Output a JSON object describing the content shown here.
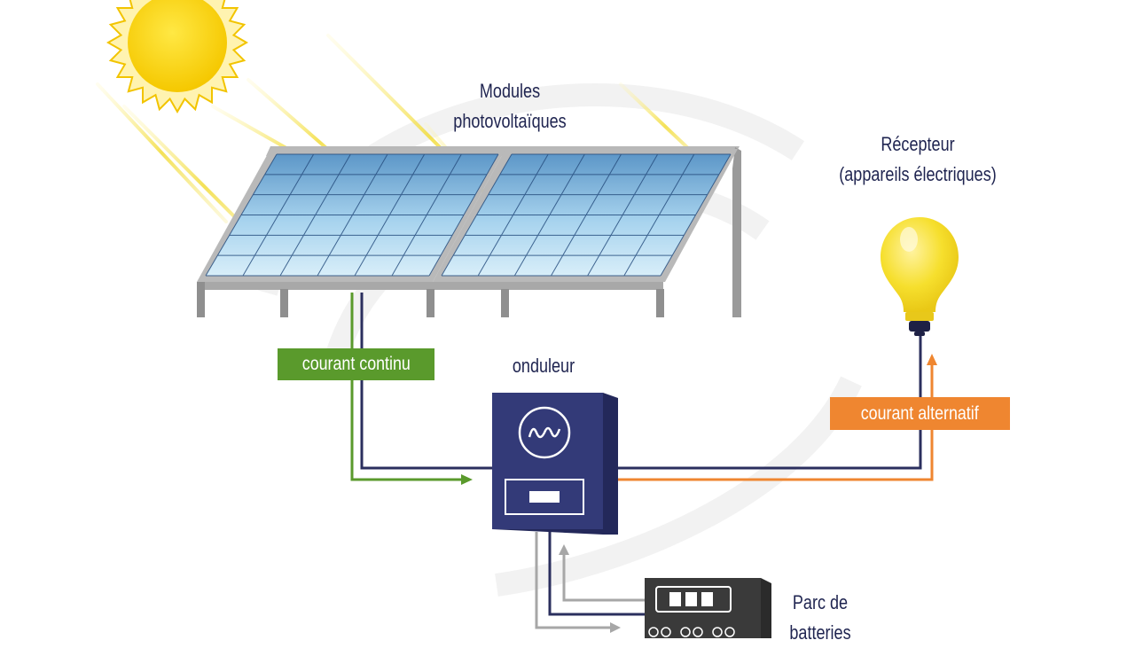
{
  "labels": {
    "modules_line1": "Modules",
    "modules_line2": "photovoltaïques",
    "recepteur_line1": "Récepteur",
    "recepteur_line2": "(appareils électriques)",
    "onduleur": "onduleur",
    "batteries_line1": "Parc de",
    "batteries_line2": "batteries"
  },
  "tags": {
    "dc": "courant continu",
    "ac": "courant alternatif"
  },
  "colors": {
    "dc_wire": "#5a9a2c",
    "ac_wire": "#ef8630",
    "main_wire": "#2b2f5e",
    "battery_wire": "#a7a7a7",
    "inverter": "#333a78",
    "sun": "#f6d300",
    "bulb": "#f6df2d",
    "panel": "#8ec0e1",
    "frame": "#a8a8a8",
    "battery": "#2b2b2b"
  },
  "icons": {
    "inverter_symbol": "sine-wave-icon",
    "sun": "sun-icon",
    "bulb": "light-bulb-icon"
  }
}
